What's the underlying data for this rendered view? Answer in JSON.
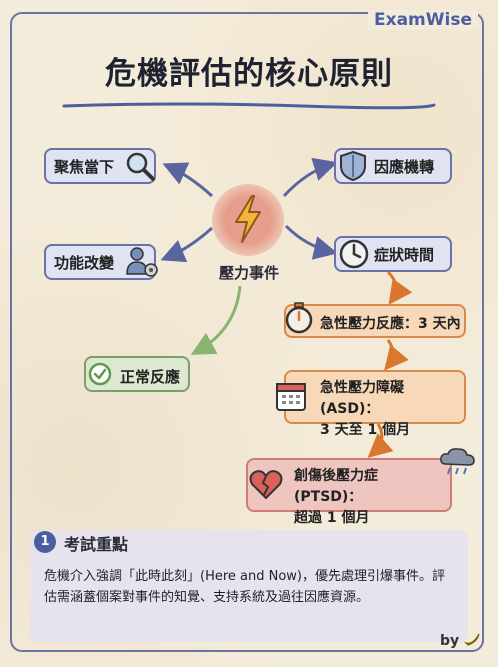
{
  "brand": "ExamWise",
  "title": "危機評估的核心原則",
  "center": {
    "label": "壓力事件"
  },
  "nodes": {
    "focus_present": "聚焦當下",
    "coping_shift": "因應機轉",
    "function_change": "功能改變",
    "symptom_time": "症狀時間",
    "normal_reaction": "正常反應"
  },
  "timeline": {
    "acute_reaction": "急性壓力反應：3 天內",
    "asd_line1": "急性壓力障礙 (ASD)：",
    "asd_line2": "3 天至 1 個月",
    "ptsd_line1": "創傷後壓力症 (PTSD)：",
    "ptsd_line2": "超過 1 個月"
  },
  "keypoint": {
    "number": "1",
    "title": "考試重點",
    "body": "危機介入強調「此時此刻」(Here and Now)，優先處理引爆事件。評估需涵蓋個案對事件的知覺、支持系統及過往因應資源。"
  },
  "byline": "by",
  "colors": {
    "frame": "#6a72a6",
    "brand": "#4b5fa0",
    "node_fill": "#dfe3f2",
    "orange_fill": "#f7d8b8",
    "green_fill": "#dce8cf",
    "red_fill": "#efc5bf"
  },
  "icons": [
    "lightning-icon",
    "magnifier-icon",
    "shield-icon",
    "person-gear-icon",
    "clock-icon",
    "stopwatch-icon",
    "calendar-icon",
    "broken-heart-icon",
    "checkmark-icon",
    "storm-cloud-icon",
    "banana-icon"
  ]
}
